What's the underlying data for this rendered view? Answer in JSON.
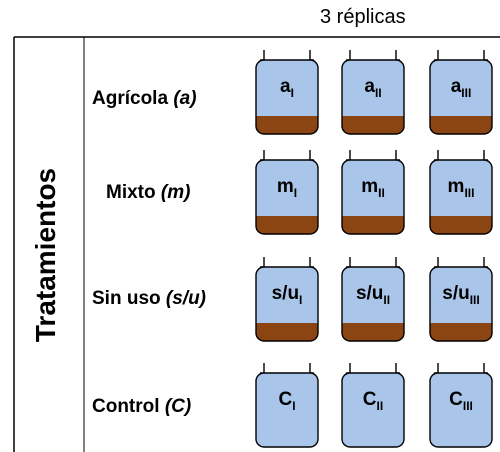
{
  "header": {
    "title": "3 réplicas"
  },
  "side_title": "Tratamientos",
  "rows": [
    {
      "name": "Agrícola",
      "code": "(a)",
      "jars": [
        {
          "label": "a",
          "sub": "I"
        },
        {
          "label": "a",
          "sub": "II"
        },
        {
          "label": "a",
          "sub": "III"
        }
      ],
      "has_sediment": true
    },
    {
      "name": "Mixto",
      "code": "(m)",
      "jars": [
        {
          "label": "m",
          "sub": "I"
        },
        {
          "label": "m",
          "sub": "II"
        },
        {
          "label": "m",
          "sub": "III"
        }
      ],
      "has_sediment": true
    },
    {
      "name": "Sin uso",
      "code": "(s/u)",
      "jars": [
        {
          "label": "s/u",
          "sub": "I"
        },
        {
          "label": "s/u",
          "sub": "II"
        },
        {
          "label": "s/u",
          "sub": "III"
        }
      ],
      "has_sediment": true
    },
    {
      "name": "Control",
      "code": "(C)",
      "jars": [
        {
          "label": "C",
          "sub": "I"
        },
        {
          "label": "C",
          "sub": "II"
        },
        {
          "label": "C",
          "sub": "III"
        }
      ],
      "has_sediment": false
    }
  ],
  "colors": {
    "water": "#a9c6ea",
    "sediment": "#8b4513",
    "outline": "#000000",
    "frame": "#000000"
  }
}
